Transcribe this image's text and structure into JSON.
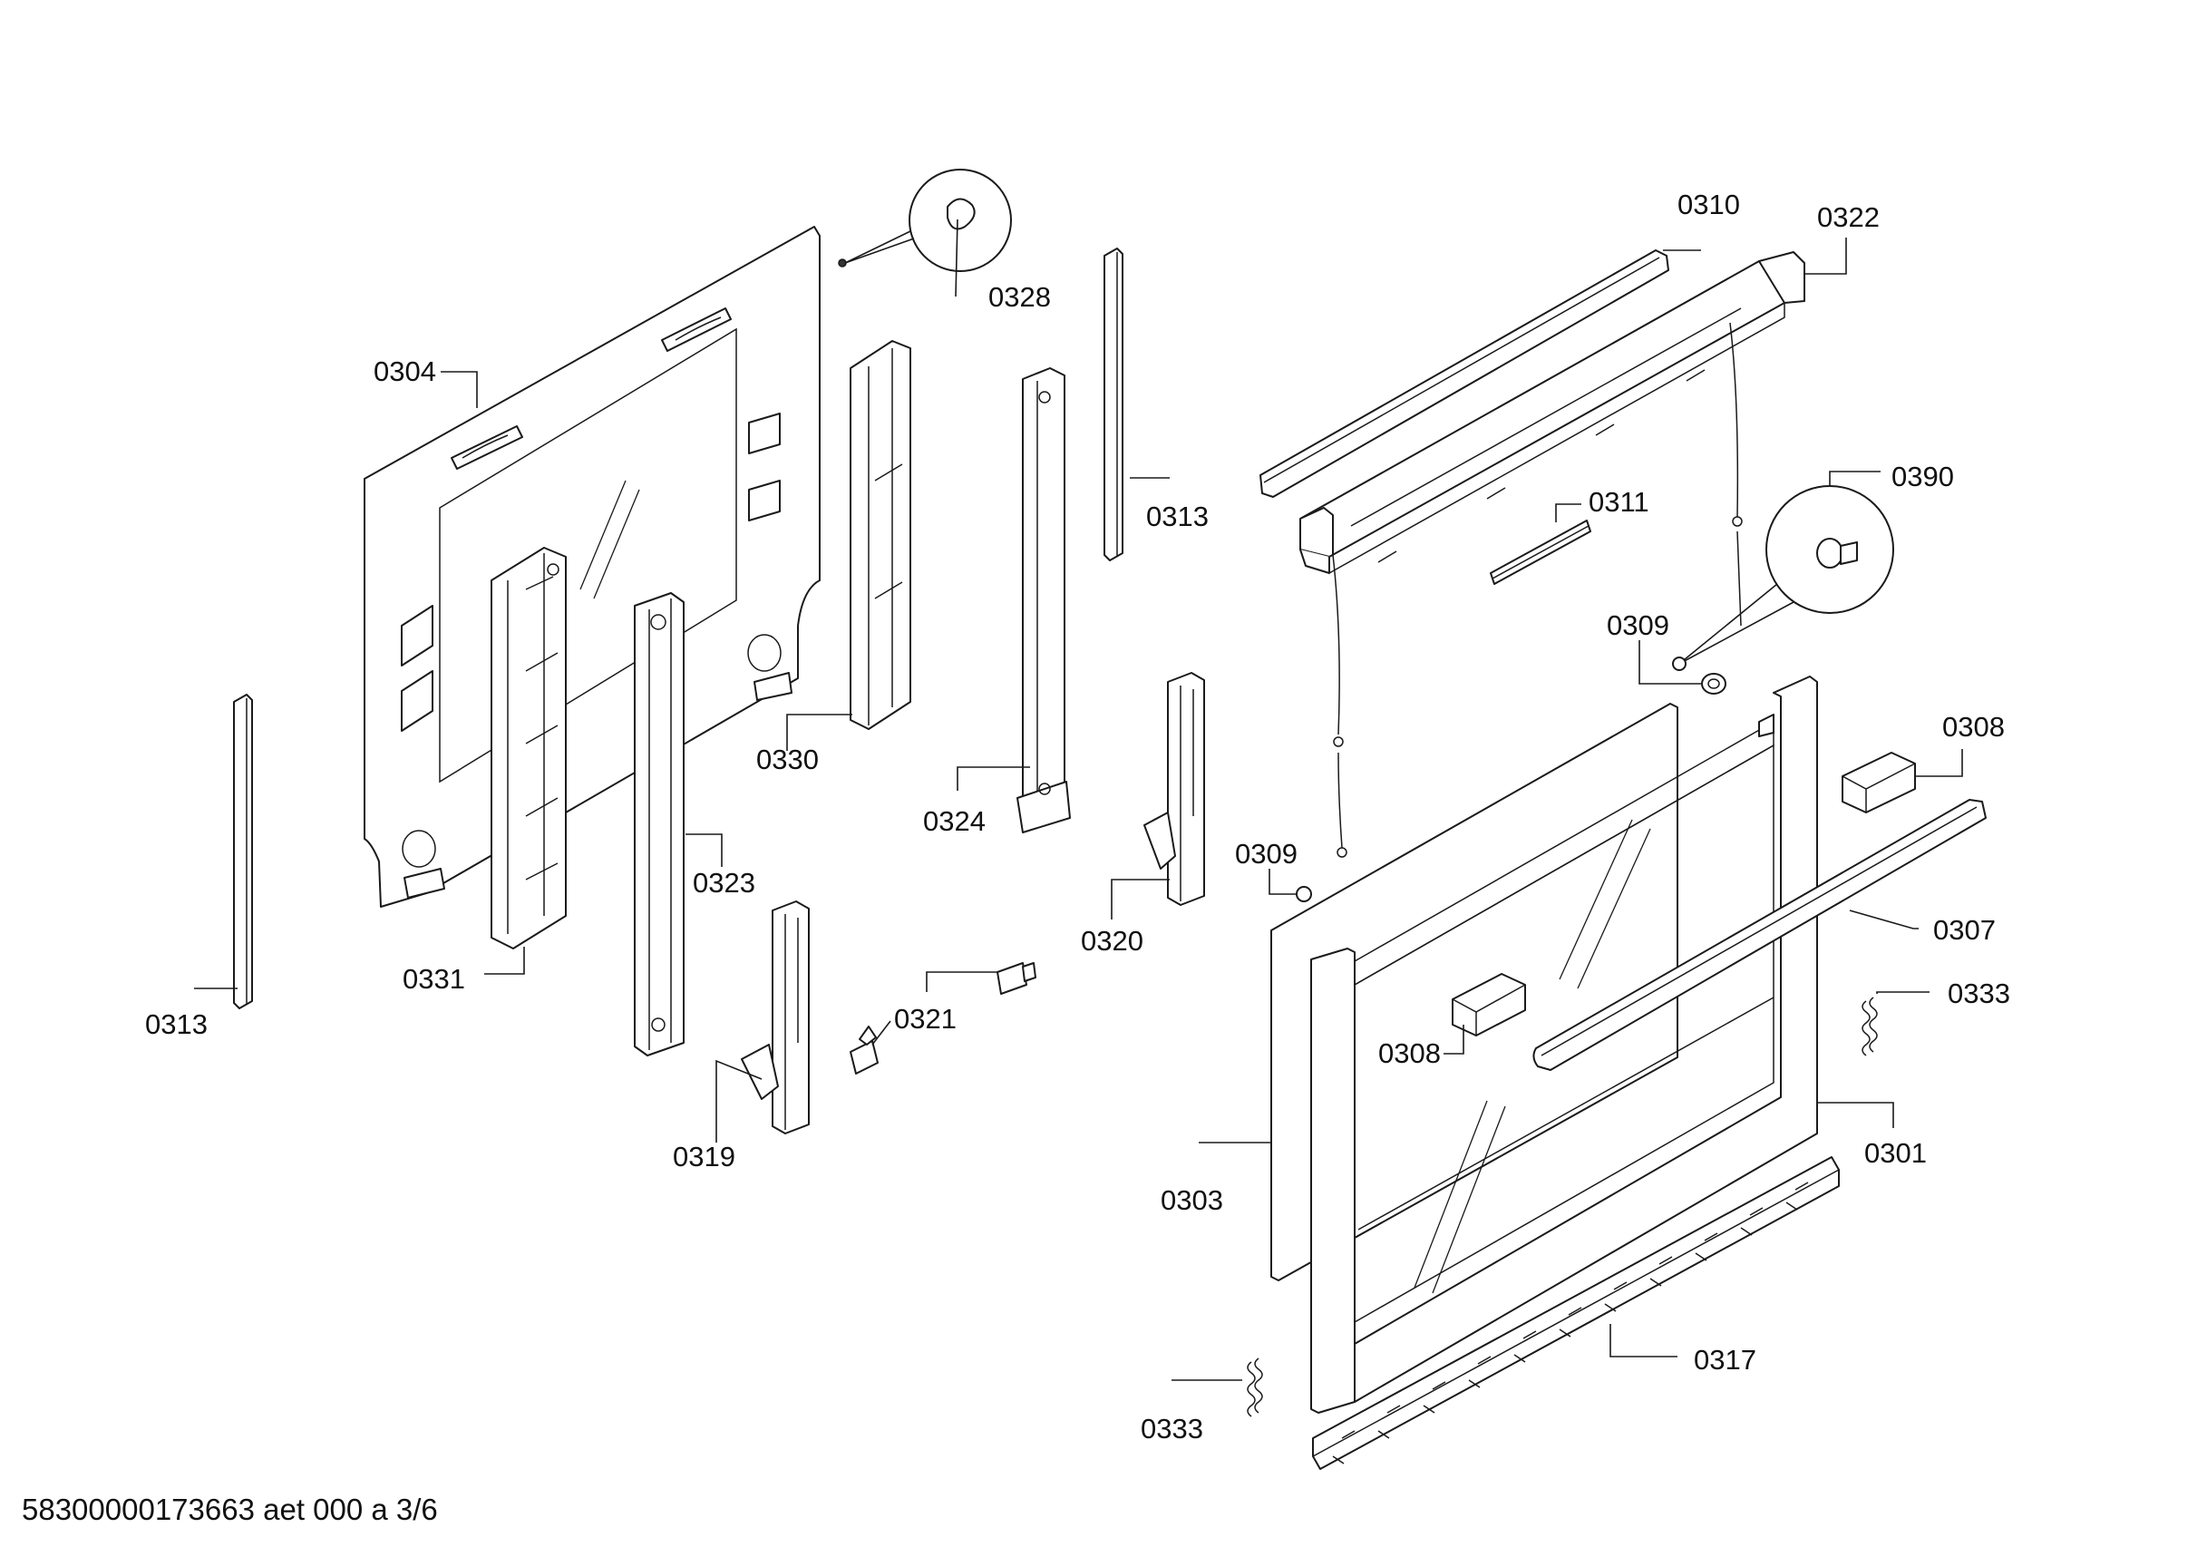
{
  "document": {
    "reference": "58300000173663 aet 000 a 3/6"
  },
  "parts": [
    {
      "id": "p0304",
      "number": "0304",
      "description_visible": false
    },
    {
      "id": "p0328",
      "number": "0328"
    },
    {
      "id": "p0330",
      "number": "0330"
    },
    {
      "id": "p0324",
      "number": "0324"
    },
    {
      "id": "p0313a",
      "number": "0313"
    },
    {
      "id": "p0313b",
      "number": "0313"
    },
    {
      "id": "p0331",
      "number": "0331"
    },
    {
      "id": "p0323",
      "number": "0323"
    },
    {
      "id": "p0319",
      "number": "0319"
    },
    {
      "id": "p0321",
      "number": "0321"
    },
    {
      "id": "p0320",
      "number": "0320"
    },
    {
      "id": "p0310",
      "number": "0310"
    },
    {
      "id": "p0322",
      "number": "0322"
    },
    {
      "id": "p0311",
      "number": "0311"
    },
    {
      "id": "p0390",
      "number": "0390"
    },
    {
      "id": "p0309a",
      "number": "0309"
    },
    {
      "id": "p0309b",
      "number": "0309"
    },
    {
      "id": "p0308a",
      "number": "0308"
    },
    {
      "id": "p0308b",
      "number": "0308"
    },
    {
      "id": "p0307",
      "number": "0307"
    },
    {
      "id": "p0333a",
      "number": "0333"
    },
    {
      "id": "p0333b",
      "number": "0333"
    },
    {
      "id": "p0301",
      "number": "0301"
    },
    {
      "id": "p0303",
      "number": "0303"
    },
    {
      "id": "p0317",
      "number": "0317"
    }
  ]
}
